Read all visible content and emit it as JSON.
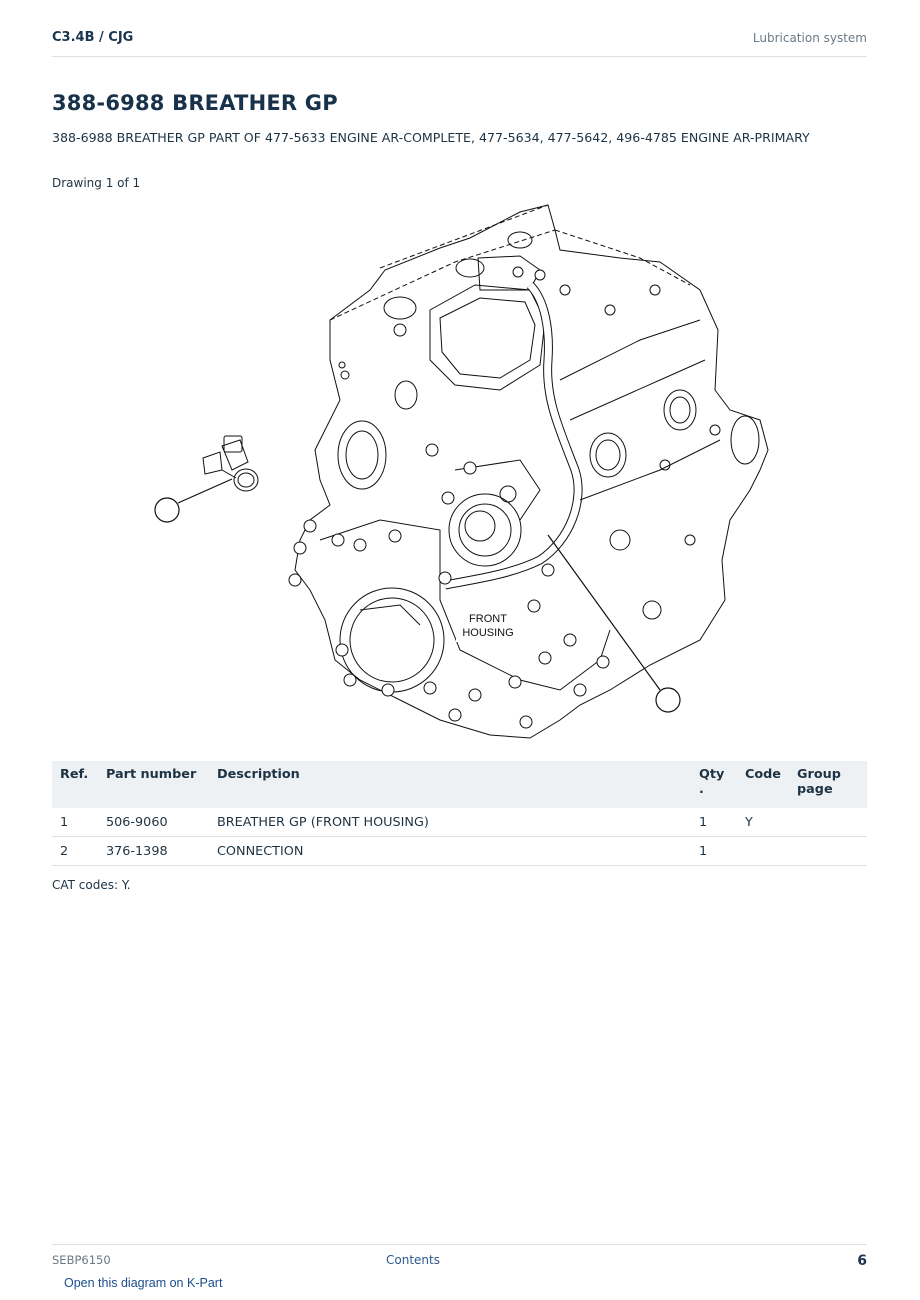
{
  "header": {
    "breadcrumb": "C3.4B  /  CJG",
    "section": "Lubrication system"
  },
  "title": "388-6988 BREATHER GP",
  "subtitle": "388-6988 BREATHER GP PART OF 477-5633 ENGINE AR-COMPLETE, 477-5634, 477-5642, 496-4785 ENGINE AR-PRIMARY",
  "drawing_label": "Drawing 1 of 1",
  "diagram": {
    "label_line1": "FRONT",
    "label_line2": "HOUSING"
  },
  "table": {
    "headers": {
      "ref": "Ref.",
      "part": "Part number",
      "desc": "Description",
      "qty": "Qty .",
      "code": "Code",
      "group": "Group page"
    },
    "rows": [
      {
        "ref": "1",
        "part": "506-9060",
        "desc": "BREATHER GP (FRONT HOUSING)",
        "qty": "1",
        "code": "Y",
        "group": ""
      },
      {
        "ref": "2",
        "part": "376-1398",
        "desc": "CONNECTION",
        "qty": "1",
        "code": "",
        "group": ""
      }
    ]
  },
  "cat_codes": "CAT codes: Y.",
  "footer": {
    "doc_id": "SEBP6150",
    "contents_link": "Contents",
    "page_number": "6"
  },
  "kpart_link": "Open this diagram on K-Part"
}
